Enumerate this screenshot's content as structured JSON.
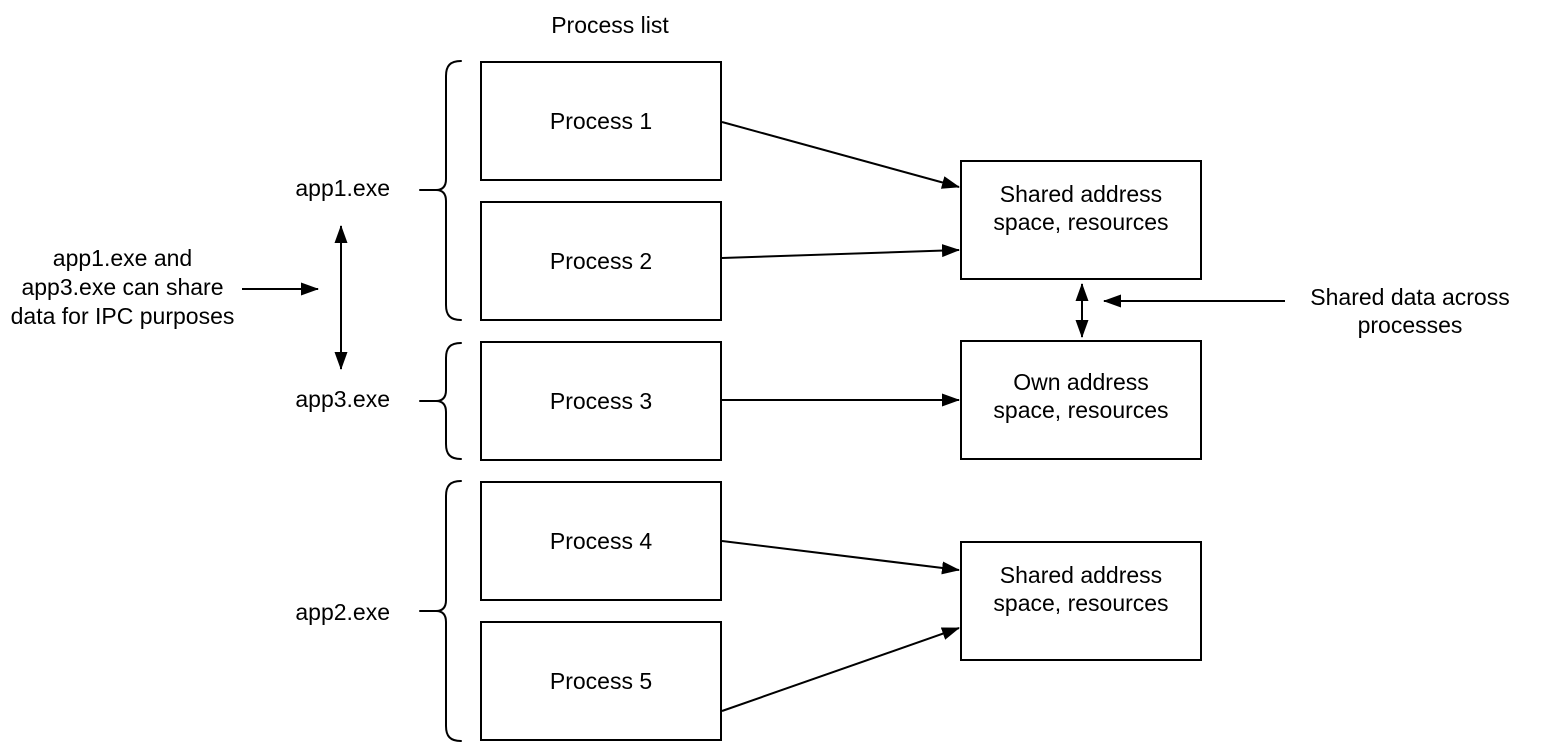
{
  "diagram": {
    "title": "Process list",
    "processes": [
      {
        "label": "Process 1"
      },
      {
        "label": "Process 2"
      },
      {
        "label": "Process 3"
      },
      {
        "label": "Process 4"
      },
      {
        "label": "Process 5"
      }
    ],
    "groups": [
      {
        "label": "app1.exe"
      },
      {
        "label": "app3.exe"
      },
      {
        "label": "app2.exe"
      }
    ],
    "address_spaces": [
      {
        "label": "Shared address\nspace, resources"
      },
      {
        "label": "Own address\nspace, resources"
      },
      {
        "label": "Shared address\nspace, resources"
      }
    ],
    "annotations": [
      {
        "text": "app1.exe and\napp3.exe can share\ndata for IPC purposes"
      },
      {
        "text": "Shared data across\nprocesses"
      }
    ],
    "colors": {
      "stroke": "#000000",
      "background": "#ffffff"
    }
  }
}
